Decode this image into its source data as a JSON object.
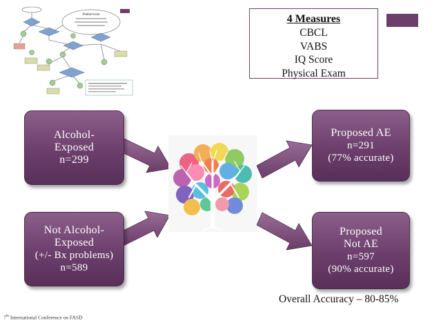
{
  "measures": {
    "title": "4 Measures",
    "items": [
      "CBCL",
      "VABS",
      "IQ Score",
      "Physical Exam"
    ]
  },
  "left_cards": [
    {
      "lines": [
        "Alcohol-",
        "Exposed",
        "n=299"
      ]
    },
    {
      "lines": [
        "Not Alcohol-",
        "Exposed",
        "(+/- Bx problems)",
        "n=589"
      ]
    }
  ],
  "right_cards": [
    {
      "lines": [
        "Proposed AE",
        "n=291",
        "(77% accurate)"
      ]
    },
    {
      "lines": [
        "Proposed",
        "Not AE",
        "n=597",
        "(90% accurate)"
      ]
    }
  ],
  "overall_accuracy": "Overall Accuracy – 80-85%",
  "footer": {
    "superscript": "th",
    "prefix": "7",
    "text": "International Conference on FASD"
  },
  "flowchart": {
    "callout": "Pediatrician"
  },
  "colors": {
    "purple": "#6b3f69",
    "arrow": "#7a4b78"
  },
  "icons": [
    "brain-tree-icon"
  ]
}
